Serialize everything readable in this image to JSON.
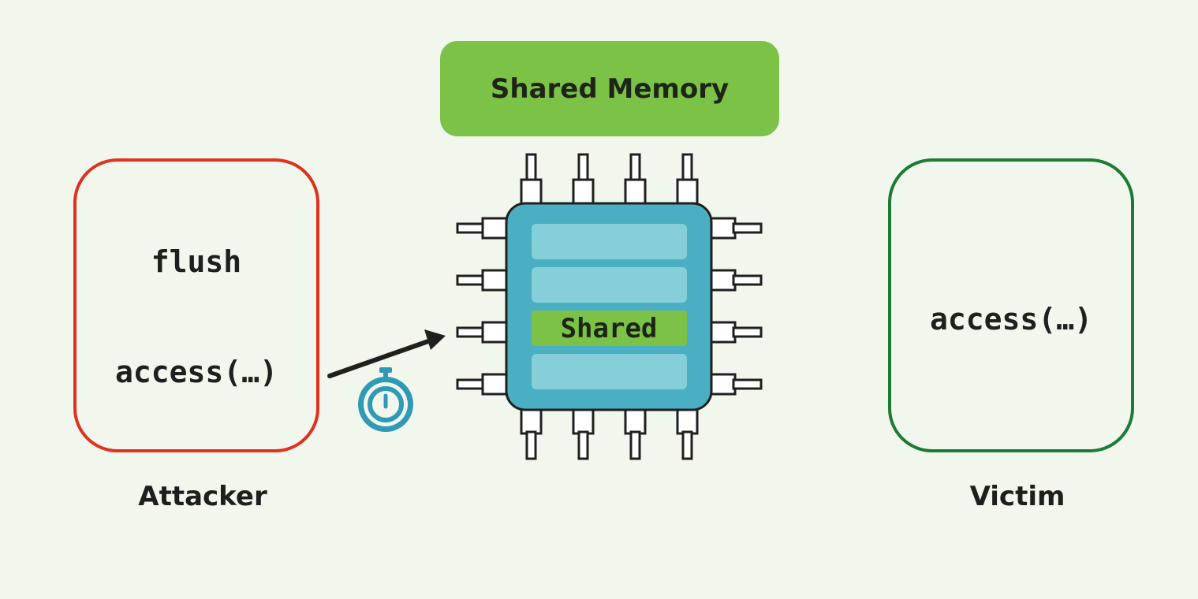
{
  "shared_memory": {
    "label": "Shared Memory"
  },
  "attacker": {
    "label": "Attacker",
    "code_lines": [
      "flush",
      "access(…)"
    ]
  },
  "victim": {
    "label": "Victim",
    "code_lines": [
      "access(…)"
    ]
  },
  "chip": {
    "shared_line_label": "Shared"
  },
  "colors": {
    "background": "#f1f7ec",
    "shared_memory": "#7cc246",
    "attacker_border": "#e0301e",
    "victim_border": "#1c7a35",
    "chip_body": "#4bafc4",
    "cache_line": "#86cfd8",
    "timer": "#2e9ab5"
  },
  "icons": [
    "stopwatch-icon",
    "arrow-icon",
    "cpu-chip-icon"
  ]
}
